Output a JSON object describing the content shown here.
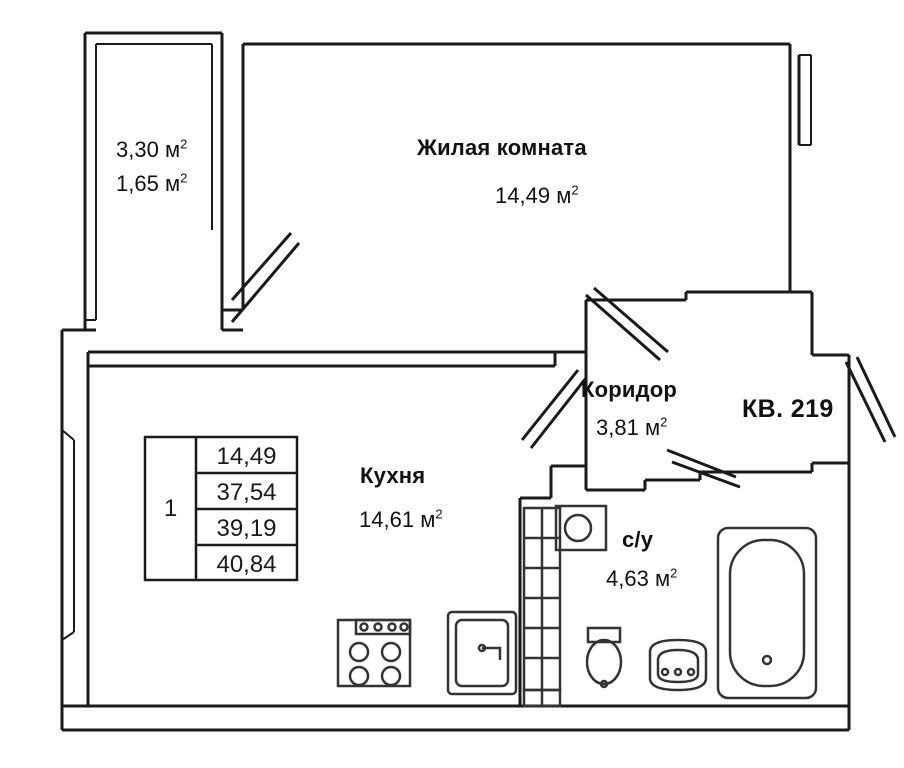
{
  "plan": {
    "flat_label": "КВ. 219",
    "rooms": [
      {
        "name": "Жилая комната",
        "area": "14,49",
        "unit": "м",
        "sup": "2"
      },
      {
        "name": "Коридор",
        "area": "3,81",
        "unit": "м",
        "sup": "2"
      },
      {
        "name": "Кухня",
        "area": "14,61",
        "unit": "м",
        "sup": "2"
      },
      {
        "name": "с/у",
        "area": "4,63",
        "unit": "м",
        "sup": "2"
      }
    ],
    "balcony": {
      "area_full": "3,30",
      "area_half": "1,65",
      "unit": "м",
      "sup": "2"
    },
    "summary_table": {
      "rooms_count": "1",
      "values": [
        "14,49",
        "37,54",
        "39,19",
        "40,84"
      ]
    },
    "fixtures": [
      "stove-icon",
      "sink-icon",
      "kitchen-cabinets-icon",
      "washing-machine-icon",
      "toilet-icon",
      "bidet-sink-icon",
      "bathtub-icon"
    ],
    "colors": {
      "wall": "#1a1a1a",
      "fixture": "#333333",
      "background": "#ffffff"
    }
  }
}
